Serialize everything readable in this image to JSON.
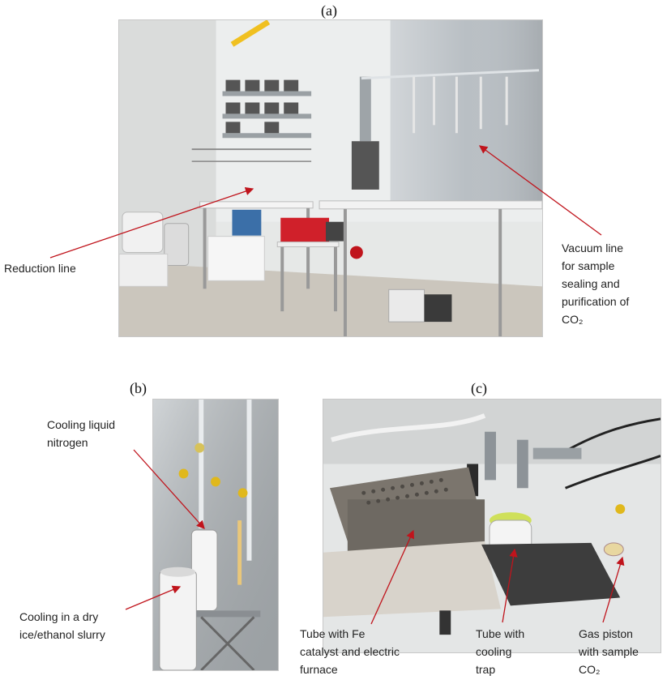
{
  "panels": {
    "a": {
      "label": "(a)"
    },
    "b": {
      "label": "(b)"
    },
    "c": {
      "label": "(c)"
    }
  },
  "annotations": {
    "reduction_line": "Reduction line",
    "vacuum_line": "Vacuum line\nfor sample\nsealing and\npurification of\nCO₂",
    "cooling_liquid_nitrogen": "Cooling liquid\nnitrogen",
    "cooling_dry_ice": "Cooling in a dry\nice/ethanol slurry",
    "tube_fe_catalyst": "Tube with Fe\ncatalyst and electric\nfurnace",
    "tube_cooling_trap": "Tube with\ncooling\ntrap",
    "gas_piston": "Gas piston\nwith sample\nCO₂"
  },
  "colors": {
    "arrow": "#c0141c",
    "steel": "#b9bfc4",
    "wall": "#e8eaea",
    "floor": "#cfcac3",
    "furnace": "#6e6962",
    "red_device": "#d0202a"
  }
}
